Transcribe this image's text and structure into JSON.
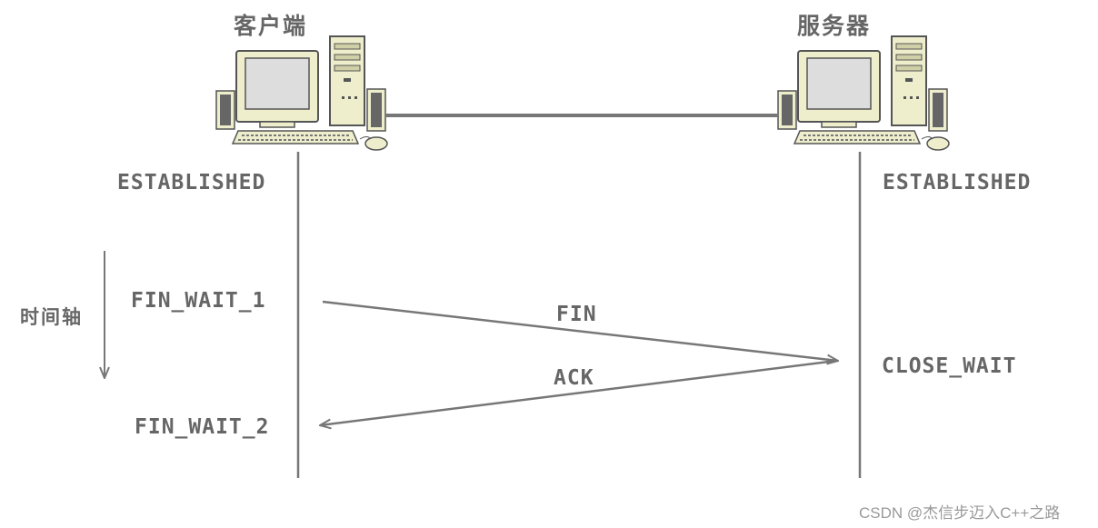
{
  "client": {
    "title": "客户端",
    "state_established": "ESTABLISHED",
    "state_fin_wait_1": "FIN_WAIT_1",
    "state_fin_wait_2": "FIN_WAIT_2"
  },
  "server": {
    "title": "服务器",
    "state_established": "ESTABLISHED",
    "state_close_wait": "CLOSE_WAIT"
  },
  "timeline_label": "时间轴",
  "messages": {
    "fin": "FIN",
    "ack": "ACK"
  },
  "watermark": "CSDN @杰信步迈入C++之路",
  "colors": {
    "line": "#777777",
    "text": "#666666",
    "computer_body": "#eeeecc"
  }
}
